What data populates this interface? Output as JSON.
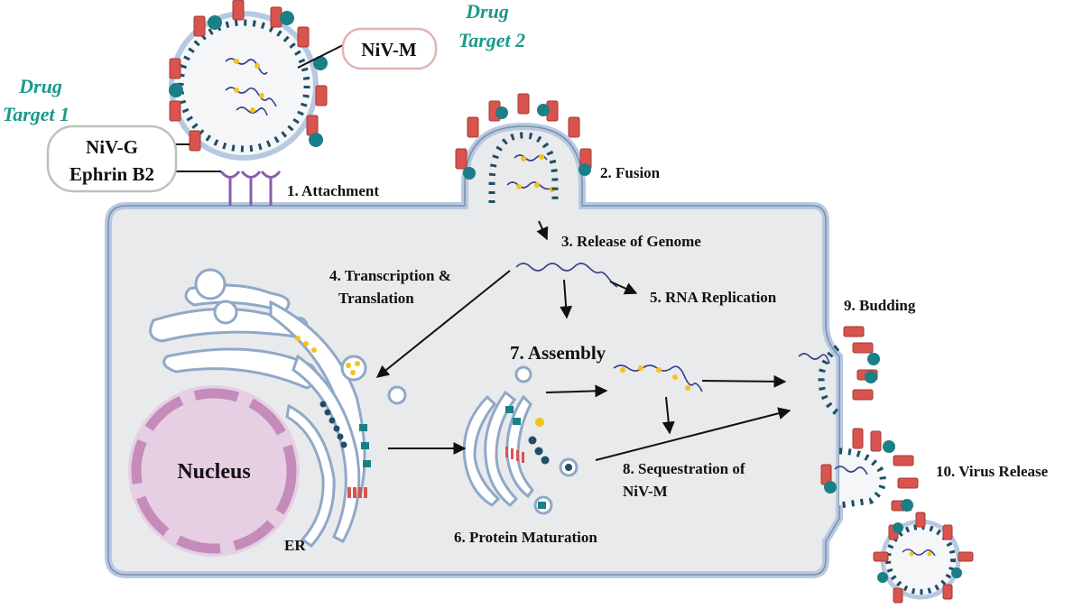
{
  "colors": {
    "teal": "#1a9a8a",
    "glycoprotein_red": "#d9534f",
    "ephrin_purple": "#8a5ca8",
    "matrix_navy": "#1f4e66",
    "genome_yellow": "#f2c418",
    "cell_fill": "#e9eaec",
    "membrane_blue": "#b7c9e2",
    "nucleus_pink": "#d7b2cf"
  },
  "icons": [
    "virion",
    "glycoprotein-g",
    "fusion-protein",
    "ephrin-receptor",
    "rna-genome",
    "golgi-apparatus",
    "endoplasmic-reticulum",
    "vesicle"
  ],
  "drug_targets": {
    "target1": [
      "Drug",
      "Target 1"
    ],
    "target2": [
      "Drug",
      "Target 2"
    ]
  },
  "callouts": {
    "niv_m": "NiV-M",
    "niv_g": "NiV-G",
    "ephrin": "Ephrin B2"
  },
  "organelles": {
    "nucleus": "Nucleus",
    "er": "ER"
  },
  "steps": {
    "s1": "1. Attachment",
    "s2": "2. Fusion",
    "s3": "3. Release of Genome",
    "s4": [
      "4. Transcription &",
      "Translation"
    ],
    "s5": "5. RNA Replication",
    "s6": "6. Protein Maturation",
    "s7": "7. Assembly",
    "s8": [
      "8. Sequestration of",
      "NiV-M"
    ],
    "s9": "9. Budding",
    "s10": "10. Virus Release"
  }
}
